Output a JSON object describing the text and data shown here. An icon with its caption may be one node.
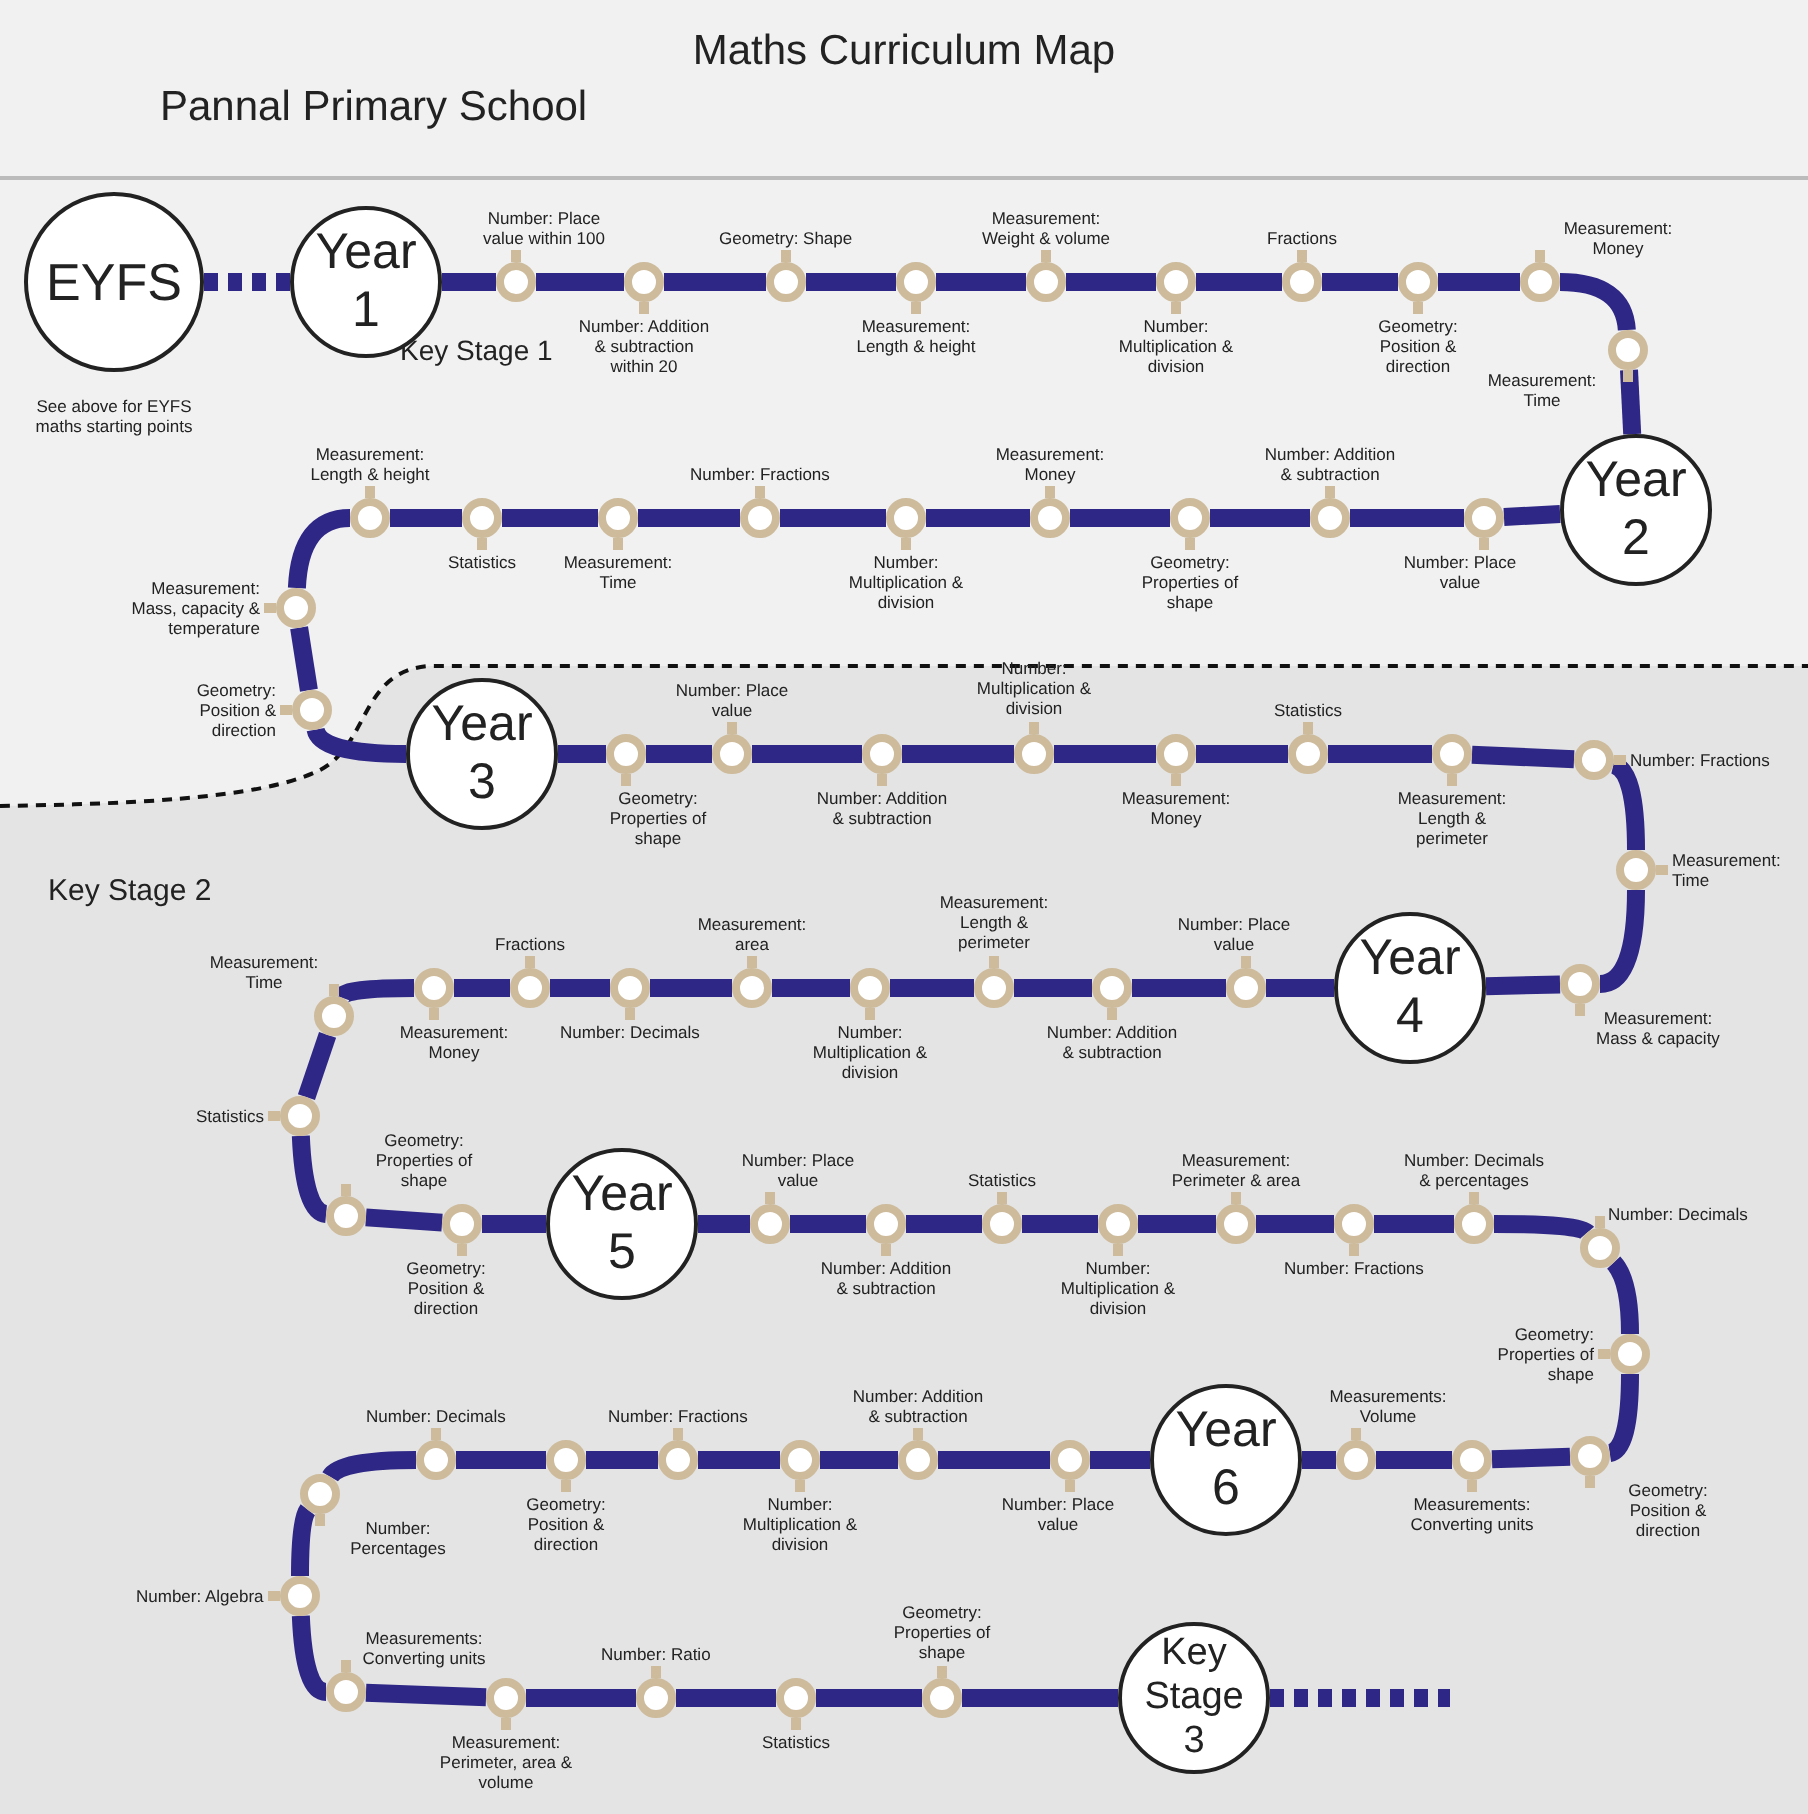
{
  "diagram": {
    "title": "Maths Curriculum Map",
    "nodes": [
      {
        "text": [
          "EYFS"
        ],
        "beside": [
          "See above for EYFS maths starting points"
        ]
      },
      {
        "text": [
          "Year 1"
        ]
      },
      {
        "text": [],
        "shape": "circle",
        "beside": [
          "Number: Place value within 100"
        ]
      },
      {
        "text": [],
        "shape": "circle",
        "beside": [
          "Number: Addition & subtraction within 20"
        ]
      },
      {
        "text": [],
        "shape": "circle",
        "beside": [
          "Geometry: Shape"
        ]
      },
      {
        "text": [],
        "shape": "circle",
        "beside": [
          "Measurement: Length & height"
        ]
      },
      {
        "text": [],
        "shape": "circle",
        "beside": [
          "Measurement: Weight & volume"
        ]
      },
      {
        "text": [],
        "shape": "circle",
        "beside": [
          "Number: Multiplication & division"
        ]
      },
      {
        "text": [],
        "shape": "circle",
        "beside": [
          "Fractions"
        ]
      },
      {
        "text": [],
        "shape": "circle",
        "beside": [
          "Geometry: Position & direction"
        ]
      },
      {
        "text": [],
        "shape": "circle",
        "beside": [
          "Measurement: Money"
        ]
      },
      {
        "text": [],
        "shape": "circle",
        "beside": [
          "Measurement: Time"
        ]
      },
      {
        "text": [
          "Year 2"
        ]
      },
      {
        "text": [],
        "shape": "circle",
        "beside": [
          "Number: Place value"
        ]
      },
      {
        "text": [],
        "shape": "circle",
        "beside": [
          "Number: Addition & subtraction"
        ]
      },
      {
        "text": [],
        "shape": "circle",
        "beside": [
          "Geometry: Properties of shape"
        ]
      },
      {
        "text": [],
        "shape": "circle",
        "beside": [
          "Measurement: Money"
        ]
      },
      {
        "text": [],
        "shape": "circle",
        "beside": [
          "Number: Multiplication & division"
        ]
      },
      {
        "text": [],
        "shape": "circle",
        "beside": [
          "Number: Fractions"
        ]
      },
      {
        "text": [],
        "shape": "circle",
        "beside": [
          "Measurement: Time"
        ]
      },
      {
        "text": [],
        "shape": "circle",
        "beside": [
          "Statistics"
        ]
      },
      {
        "text": [],
        "shape": "circle",
        "beside": [
          "Measurement: Length & height"
        ]
      },
      {
        "text": [],
        "shape": "circle",
        "beside": [
          "Measurement: Mass, capacity & temperature"
        ]
      },
      {
        "text": [],
        "shape": "circle",
        "beside": [
          "Geometry: Position & direction"
        ]
      },
      {
        "text": [
          "Year 3"
        ]
      },
      {
        "text": [],
        "shape": "circle",
        "beside": [
          "Geometry: Properties of shape"
        ]
      },
      {
        "text": [],
        "shape": "circle",
        "beside": [
          "Number: Place value"
        ]
      },
      {
        "text": [],
        "shape": "circle",
        "beside": [
          "Number: Addition & subtraction"
        ]
      },
      {
        "text": [],
        "shape": "circle",
        "beside": [
          "Number: Multiplication & division"
        ]
      },
      {
        "text": [],
        "shape": "circle",
        "beside": [
          "Measurement: Money"
        ]
      },
      {
        "text": [],
        "shape": "circle",
        "beside": [
          "Statistics"
        ]
      },
      {
        "text": [],
        "shape": "circle",
        "beside": [
          "Measurement: Length & perimeter"
        ]
      },
      {
        "text": [],
        "shape": "circle",
        "beside": [
          "Number: Fractions"
        ]
      },
      {
        "text": [],
        "shape": "circle",
        "beside": [
          "Measurement: Time"
        ]
      },
      {
        "text": [],
        "shape": "circle",
        "beside": [
          "Measurement: Mass & capacity"
        ]
      },
      {
        "text": [
          "Year 4"
        ]
      },
      {
        "text": [],
        "shape": "circle",
        "beside": [
          "Number: Place value"
        ]
      },
      {
        "text": [],
        "shape": "circle",
        "beside": [
          "Number: Addition & subtraction"
        ]
      },
      {
        "text": [],
        "shape": "circle",
        "beside": [
          "Measurement: Length & perimeter"
        ]
      },
      {
        "text": [],
        "shape": "circle",
        "beside": [
          "Number: Multiplication & division"
        ]
      },
      {
        "text": [],
        "shape": "circle",
        "beside": [
          "Measurement: area"
        ]
      },
      {
        "text": [],
        "shape": "circle",
        "beside": [
          "Number: Decimals"
        ]
      },
      {
        "text": [],
        "shape": "circle",
        "beside": [
          "Fractions"
        ]
      },
      {
        "text": [],
        "shape": "circle",
        "beside": [
          "Measurement: Money"
        ]
      },
      {
        "text": [],
        "shape": "circle",
        "beside": [
          "Measurement: Time"
        ]
      },
      {
        "text": [],
        "shape": "circle",
        "beside": [
          "Statistics"
        ]
      },
      {
        "text": [],
        "shape": "circle",
        "beside": [
          "Geometry: Properties of shape"
        ]
      },
      {
        "text": [],
        "shape": "circle",
        "beside": [
          "Geometry: Position & direction"
        ]
      },
      {
        "text": [
          "Year 5"
        ]
      },
      {
        "text": [],
        "shape": "circle",
        "beside": [
          "Number: Place value"
        ]
      },
      {
        "text": [],
        "shape": "circle",
        "beside": [
          "Number: Addition & subtraction"
        ]
      },
      {
        "text": [],
        "shape": "circle",
        "beside": [
          "Statistics"
        ]
      },
      {
        "text": [],
        "shape": "circle",
        "beside": [
          "Number: Multiplication & division"
        ]
      },
      {
        "text": [],
        "shape": "circle",
        "beside": [
          "Measurement: Perimeter & area"
        ]
      },
      {
        "text": [],
        "shape": "circle",
        "beside": [
          "Number: Fractions"
        ]
      },
      {
        "text": [],
        "shape": "circle",
        "beside": [
          "Number: Decimals & percentages"
        ]
      },
      {
        "text": [],
        "shape": "circle",
        "beside": [
          "Number: Decimals"
        ]
      },
      {
        "text": [],
        "shape": "circle",
        "beside": [
          "Geometry: Properties of shape"
        ]
      },
      {
        "text": [],
        "shape": "circle",
        "beside": [
          "Geometry: Position & direction"
        ]
      },
      {
        "text": [],
        "shape": "circle",
        "beside": [
          "Measurements: Converting units"
        ]
      },
      {
        "text": [],
        "shape": "circle",
        "beside": [
          "Measurements: Volume"
        ]
      },
      {
        "text": [
          "Year 6"
        ]
      },
      {
        "text": [],
        "shape": "circle",
        "beside": [
          "Number: Place value"
        ]
      },
      {
        "text": [],
        "shape": "circle",
        "beside": [
          "Number: Addition & subtraction"
        ]
      },
      {
        "text": [],
        "shape": "circle",
        "beside": [
          "Number: Multiplication & division"
        ]
      },
      {
        "text": [],
        "shape": "circle",
        "beside": [
          "Number: Fractions"
        ]
      },
      {
        "text": [],
        "shape": "circle",
        "beside": [
          "Geometry: Position & direction"
        ]
      },
      {
        "text": [],
        "shape": "circle",
        "beside": [
          "Number: Decimals"
        ]
      },
      {
        "text": [],
        "shape": "circle",
        "beside": [
          "Number: Percentages"
        ]
      },
      {
        "text": [],
        "shape": "circle",
        "beside": [
          "Number: Algebra"
        ]
      },
      {
        "text": [],
        "shape": "circle",
        "beside": [
          "Measurements: Converting units"
        ]
      },
      {
        "text": [],
        "shape": "circle",
        "beside": [
          "Measurement: Perimeter, area & volume"
        ]
      },
      {
        "text": [],
        "shape": "circle",
        "beside": [
          "Number: Ratio"
        ]
      },
      {
        "text": [],
        "shape": "circle",
        "beside": [
          "Statistics"
        ]
      },
      {
        "text": [],
        "shape": "circle",
        "beside": [
          "Geometry: Properties of shape"
        ]
      },
      {
        "text": [
          "Key Stage 3"
        ]
      }
    ],
    "edges": [
      {
        "from": 0,
        "to": 1,
        "arrow": "none",
        "style": "dashed"
      },
      {
        "from": 1,
        "to": 2,
        "arrow": "none"
      },
      {
        "from": 2,
        "to": 3,
        "arrow": "none"
      },
      {
        "from": 3,
        "to": 4,
        "arrow": "none"
      },
      {
        "from": 4,
        "to": 5,
        "arrow": "none"
      },
      {
        "from": 5,
        "to": 6,
        "arrow": "none"
      },
      {
        "from": 6,
        "to": 7,
        "arrow": "none"
      },
      {
        "from": 7,
        "to": 8,
        "arrow": "none"
      },
      {
        "from": 8,
        "to": 9,
        "arrow": "none"
      },
      {
        "from": 9,
        "to": 10,
        "arrow": "none"
      },
      {
        "from": 10,
        "to": 11,
        "arrow": "none"
      },
      {
        "from": 11,
        "to": 12,
        "arrow": "none"
      },
      {
        "from": 12,
        "to": 13,
        "arrow": "none"
      },
      {
        "from": 13,
        "to": 14,
        "arrow": "none"
      },
      {
        "from": 14,
        "to": 15,
        "arrow": "none"
      },
      {
        "from": 15,
        "to": 16,
        "arrow": "none"
      },
      {
        "from": 16,
        "to": 17,
        "arrow": "none"
      },
      {
        "from": 17,
        "to": 18,
        "arrow": "none"
      },
      {
        "from": 18,
        "to": 19,
        "arrow": "none"
      },
      {
        "from": 19,
        "to": 20,
        "arrow": "none"
      },
      {
        "from": 20,
        "to": 21,
        "arrow": "none"
      },
      {
        "from": 21,
        "to": 22,
        "arrow": "none"
      },
      {
        "from": 22,
        "to": 23,
        "arrow": "none"
      },
      {
        "from": 23,
        "to": 24,
        "arrow": "none"
      },
      {
        "from": 24,
        "to": 25,
        "arrow": "none"
      },
      {
        "from": 25,
        "to": 26,
        "arrow": "none"
      },
      {
        "from": 26,
        "to": 27,
        "arrow": "none"
      },
      {
        "from": 27,
        "to": 28,
        "arrow": "none"
      },
      {
        "from": 28,
        "to": 29,
        "arrow": "none"
      },
      {
        "from": 29,
        "to": 30,
        "arrow": "none"
      },
      {
        "from": 30,
        "to": 31,
        "arrow": "none"
      },
      {
        "from": 31,
        "to": 32,
        "arrow": "none"
      },
      {
        "from": 32,
        "to": 33,
        "arrow": "none"
      },
      {
        "from": 33,
        "to": 34,
        "arrow": "none"
      },
      {
        "from": 34,
        "to": 35,
        "arrow": "none"
      },
      {
        "from": 35,
        "to": 36,
        "arrow": "none"
      },
      {
        "from": 36,
        "to": 37,
        "arrow": "none"
      },
      {
        "from": 37,
        "to": 38,
        "arrow": "none"
      },
      {
        "from": 38,
        "to": 39,
        "arrow": "none"
      },
      {
        "from": 39,
        "to": 40,
        "arrow": "none"
      },
      {
        "from": 40,
        "to": 41,
        "arrow": "none"
      },
      {
        "from": 41,
        "to": 42,
        "arrow": "none"
      },
      {
        "from": 42,
        "to": 43,
        "arrow": "none"
      },
      {
        "from": 43,
        "to": 44,
        "arrow": "none"
      },
      {
        "from": 44,
        "to": 45,
        "arrow": "none"
      },
      {
        "from": 45,
        "to": 46,
        "arrow": "none"
      },
      {
        "from": 46,
        "to": 47,
        "arrow": "none"
      },
      {
        "from": 47,
        "to": 48,
        "arrow": "none"
      },
      {
        "from": 48,
        "to": 49,
        "arrow": "none"
      },
      {
        "from": 49,
        "to": 50,
        "arrow": "none"
      },
      {
        "from": 50,
        "to": 51,
        "arrow": "none"
      },
      {
        "from": 51,
        "to": 52,
        "arrow": "none"
      },
      {
        "from": 52,
        "to": 53,
        "arrow": "none"
      },
      {
        "from": 53,
        "to": 54,
        "arrow": "none"
      },
      {
        "from": 54,
        "to": 55,
        "arrow": "none"
      },
      {
        "from": 55,
        "to": 56,
        "arrow": "none"
      },
      {
        "from": 56,
        "to": 57,
        "arrow": "none"
      },
      {
        "from": 57,
        "to": 58,
        "arrow": "none"
      },
      {
        "from": 58,
        "to": 59,
        "arrow": "none"
      },
      {
        "from": 59,
        "to": 60,
        "arrow": "none"
      },
      {
        "from": 60,
        "to": 61,
        "arrow": "none"
      },
      {
        "from": 61,
        "to": 62,
        "arrow": "none"
      },
      {
        "from": 62,
        "to": 63,
        "arrow": "none"
      },
      {
        "from": 63,
        "to": 64,
        "arrow": "none"
      },
      {
        "from": 64,
        "to": 65,
        "arrow": "none"
      },
      {
        "from": 65,
        "to": 66,
        "arrow": "none"
      },
      {
        "from": 66,
        "to": 67,
        "arrow": "none"
      },
      {
        "from": 67,
        "to": 68,
        "arrow": "none"
      },
      {
        "from": 68,
        "to": 69,
        "arrow": "none"
      },
      {
        "from": 69,
        "to": 70,
        "arrow": "none"
      },
      {
        "from": 70,
        "to": 71,
        "arrow": "none"
      },
      {
        "from": 71,
        "to": 72,
        "arrow": "none"
      },
      {
        "from": 72,
        "to": 73,
        "arrow": "none"
      },
      {
        "from": 73,
        "to": 74,
        "arrow": "none"
      },
      {
        "from": 74,
        "to": 75,
        "arrow": "none"
      },
      {
        "from": 75,
        "to": null,
        "arrow": "none",
        "style": "dashed"
      }
    ],
    "labels": [
      "Pannal Primary School",
      "Key Stage 1",
      "Key Stage 2"
    ]
  }
}
